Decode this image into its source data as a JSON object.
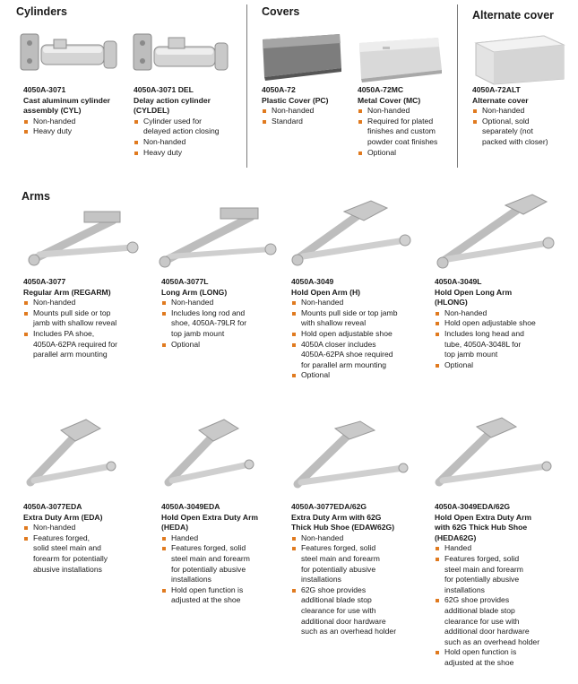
{
  "headings": {
    "cylinders": "Cylinders",
    "covers": "Covers",
    "alternate_cover": "Alternate cover",
    "arms": "Arms"
  },
  "colors": {
    "bullet": "#e07a1f",
    "divider": "#7a7a7a"
  },
  "items": [
    {
      "code": "4050A-3071",
      "name": [
        "Cast aluminum cylinder",
        "assembly (CYL)"
      ],
      "bullets": [
        [
          "Non-handed"
        ],
        [
          "Heavy duty"
        ]
      ]
    },
    {
      "code": "4050A-3071 DEL",
      "name": [
        "Delay action cylinder",
        "(CYLDEL)"
      ],
      "bullets": [
        [
          "Cylinder used for",
          "delayed action closing"
        ],
        [
          "Non-handed"
        ],
        [
          "Heavy duty"
        ]
      ]
    },
    {
      "code": "4050A-72",
      "name": [
        "Plastic Cover (PC)"
      ],
      "bullets": [
        [
          "Non-handed"
        ],
        [
          "Standard"
        ]
      ]
    },
    {
      "code": "4050A-72MC",
      "name": [
        "Metal Cover (MC)"
      ],
      "bullets": [
        [
          "Non-handed"
        ],
        [
          "Required for plated",
          "finishes and custom",
          "powder coat finishes"
        ],
        [
          "Optional"
        ]
      ]
    },
    {
      "code": "4050A-72ALT",
      "name": [
        "Alternate cover"
      ],
      "bullets": [
        [
          "Non-handed"
        ],
        [
          "Optional, sold",
          "separately (not",
          "packed with closer)"
        ]
      ]
    },
    {
      "code": "4050A-3077",
      "name": [
        "Regular Arm (REGARM)"
      ],
      "bullets": [
        [
          "Non-handed"
        ],
        [
          "Mounts pull side or top",
          "jamb with shallow reveal"
        ],
        [
          "Includes PA shoe,",
          "4050A-62PA required for",
          "parallel arm mounting"
        ]
      ]
    },
    {
      "code": "4050A-3077L",
      "name": [
        "Long Arm (LONG)"
      ],
      "bullets": [
        [
          "Non-handed"
        ],
        [
          "Includes long rod and",
          "shoe, 4050A-79LR for",
          "top jamb mount"
        ],
        [
          "Optional"
        ]
      ]
    },
    {
      "code": "4050A-3049",
      "name": [
        "Hold Open Arm (H)"
      ],
      "bullets": [
        [
          "Non-handed"
        ],
        [
          "Mounts pull side or top jamb",
          "with shallow reveal"
        ],
        [
          "Hold open adjustable shoe"
        ],
        [
          "4050A closer includes",
          "4050A-62PA shoe required",
          "for parallel arm mounting"
        ],
        [
          "Optional"
        ]
      ]
    },
    {
      "code": "4050A-3049L",
      "name": [
        "Hold Open Long Arm",
        "(HLONG)"
      ],
      "bullets": [
        [
          "Non-handed"
        ],
        [
          "Hold open adjustable shoe"
        ],
        [
          "Includes long head and",
          "tube, 4050A-3048L for",
          "top jamb mount"
        ],
        [
          "Optional"
        ]
      ]
    },
    {
      "code": "4050A-3077EDA",
      "name": [
        "Extra Duty Arm (EDA)"
      ],
      "bullets": [
        [
          "Non-handed"
        ],
        [
          "Features forged,",
          "solid steel main and",
          "forearm for potentially",
          "abusive installations"
        ]
      ]
    },
    {
      "code": "4050A-3049EDA",
      "name": [
        "Hold Open Extra Duty Arm",
        "(HEDA)"
      ],
      "bullets": [
        [
          "Handed"
        ],
        [
          "Features forged, solid",
          "steel main and forearm",
          "for potentially abusive",
          "installations"
        ],
        [
          "Hold open function is",
          "adjusted at the shoe"
        ]
      ]
    },
    {
      "code": "4050A-3077EDA/62G",
      "name": [
        "Extra Duty Arm with 62G",
        "Thick Hub Shoe (EDAW62G)"
      ],
      "bullets": [
        [
          "Non-handed"
        ],
        [
          "Features forged, solid",
          "steel main and forearm",
          "for potentially abusive",
          "installations"
        ],
        [
          "62G shoe provides",
          "additional blade stop",
          "clearance for use with",
          "additional door hardware",
          "such as an overhead holder"
        ]
      ]
    },
    {
      "code": "4050A-3049EDA/62G",
      "name": [
        "Hold Open Extra Duty Arm",
        "with 62G Thick Hub Shoe",
        "(HEDA62G)"
      ],
      "bullets": [
        [
          "Handed"
        ],
        [
          "Features forged, solid",
          "steel main and forearm",
          "for potentially abusive",
          "installations"
        ],
        [
          "62G shoe provides",
          "additional blade stop",
          "clearance for use with",
          "additional door hardware",
          "such as an overhead holder"
        ],
        [
          "Hold open function is",
          "adjusted at the shoe"
        ]
      ]
    }
  ]
}
